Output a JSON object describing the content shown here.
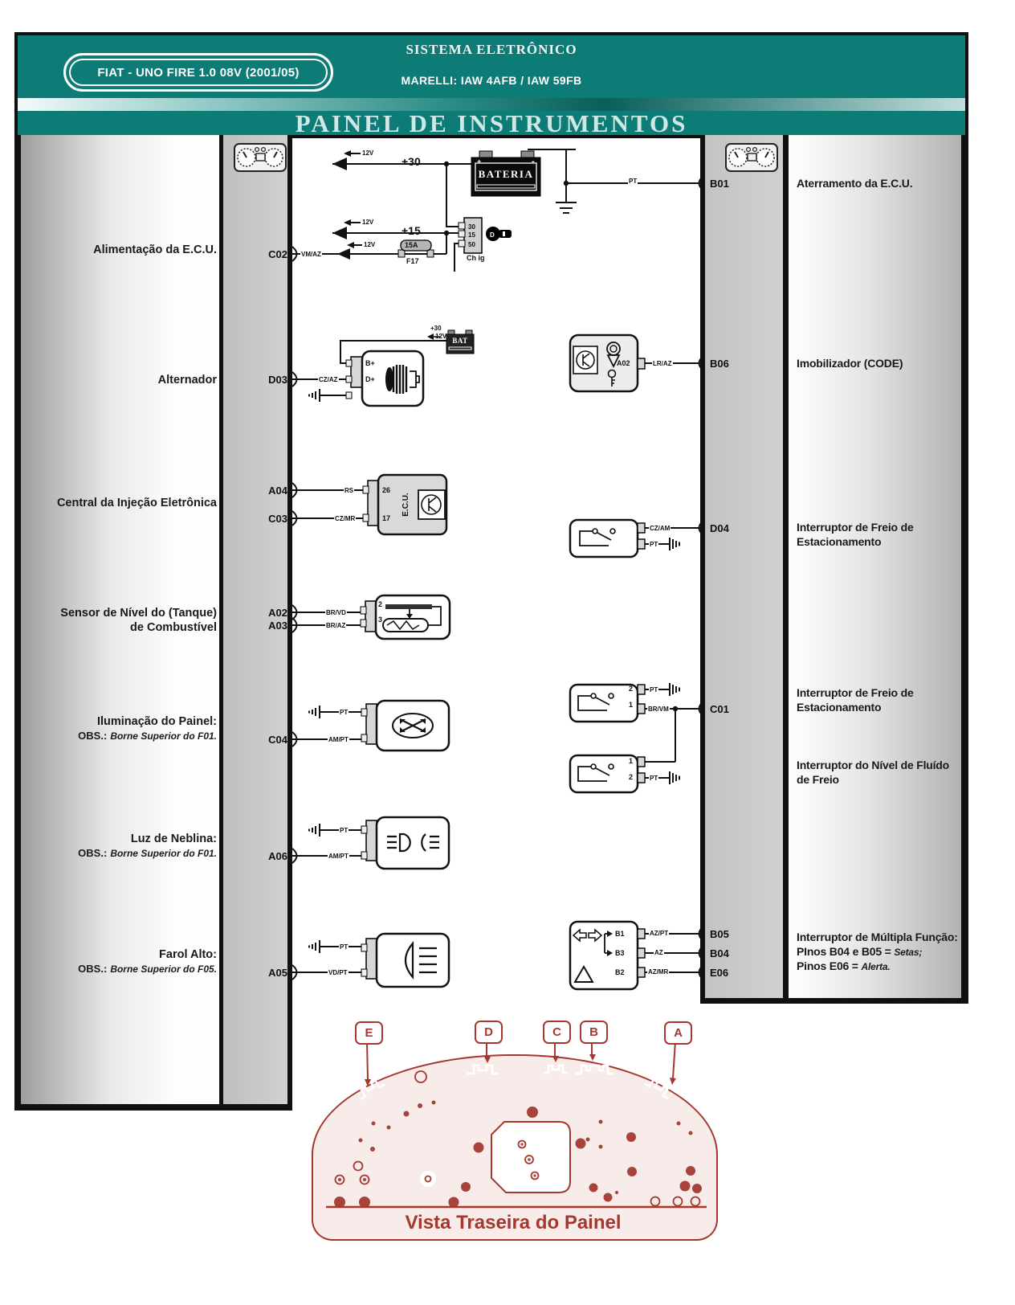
{
  "header": {
    "badge": "FIAT - UNO FIRE 1.0 08V (2001/05)",
    "title": "SISTEMA ELETRÔNICO",
    "subtitle": "MARELLI: IAW 4AFB / IAW 59FB",
    "section": "PAINEL DE INSTRUMENTOS"
  },
  "top": {
    "plus30": "+30",
    "plus15": "+15",
    "v12": "12V",
    "battery": "BATERIA",
    "plus": "+",
    "minus": "-",
    "ign30": "30",
    "ign15": "15",
    "ign50": "50",
    "ign_label": "Ch ig",
    "key_d": "D",
    "fuse_amp": "15A",
    "fuse_id": "F17",
    "bat": "BAT"
  },
  "wires": {
    "pt": "PT",
    "vm_az": "VM/AZ",
    "cz_az": "CZ/AZ",
    "rs": "RS",
    "cz_mr": "CZ/MR",
    "br_vd": "BR/VD",
    "br_az": "BR/AZ",
    "am_pt": "AM/PT",
    "vd_pt": "VD/PT",
    "lr_az": "LR/AZ",
    "cz_am": "CZ/AM",
    "br_vm": "BR/VM",
    "az_pt": "AZ/PT",
    "az": "AZ",
    "az_mr": "AZ/MR"
  },
  "rows": {
    "alim": {
      "label": "Alimentação da E.C.U.",
      "pin": "C02"
    },
    "alt": {
      "label": "Alternador",
      "pin": "D03",
      "bplus": "B+",
      "dplus": "D+"
    },
    "inj": {
      "label": "Central da Injeção Eletrônica",
      "pin_a": "A04",
      "pin_b": "C03",
      "ecu_26": "26",
      "ecu_17": "17",
      "ecu": "E.C.U."
    },
    "fuel": {
      "line1": "Sensor de Nível do (Tanque)",
      "line2": "de Combustível",
      "pin_a": "A02",
      "pin_b": "A03",
      "t2": "2",
      "t3": "3"
    },
    "illum": {
      "label": "Iluminação do Painel:",
      "obs": "OBS.:",
      "obs_note": "Borne Superior do F01.",
      "pin": "C04"
    },
    "fog": {
      "label": "Luz de Neblina:",
      "obs": "OBS.:",
      "obs_note": "Borne Superior do F01.",
      "pin": "A06"
    },
    "high": {
      "label": "Farol Alto:",
      "obs": "OBS.:",
      "obs_note": "Borne Superior do F05.",
      "pin": "A05"
    }
  },
  "right": {
    "ecu_gnd": {
      "label": "Aterramento da E.C.U.",
      "pin": "B01"
    },
    "immo": {
      "label": "Imobilizador (CODE)",
      "pin": "B06",
      "apin": "A02"
    },
    "park1": {
      "line1": "Interruptor de Freio de",
      "line2": "Estacionamento",
      "pin": "D04"
    },
    "park2": {
      "line1": "Interruptor de Freio de",
      "line2": "Estacionamento",
      "pin": "C01",
      "t2": "2",
      "t1": "1"
    },
    "fluid": {
      "line1": "Interruptor do Nível de Fluído",
      "line2": "de Freio",
      "t1": "1",
      "t2": "2"
    },
    "multi": {
      "line1": "Interruptor de Múltipla Função:",
      "line2": "PInos B04 e B05 =",
      "line2_i": "Setas;",
      "line3": "Pinos E06 =",
      "line3_i": "Alerta.",
      "pin1": "B05",
      "pin2": "B04",
      "pin3": "E06",
      "b1": "B1",
      "b3": "B3",
      "b2": "B2"
    }
  },
  "bottom": {
    "e": "E",
    "d": "D",
    "c": "C",
    "b": "B",
    "a": "A",
    "caption": "Vista Traseira do Painel"
  }
}
